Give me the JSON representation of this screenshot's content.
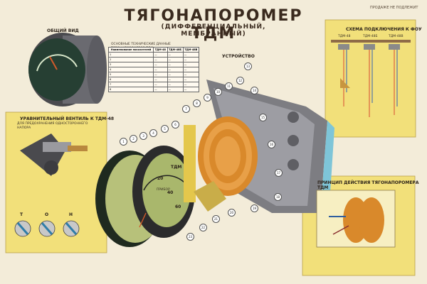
{
  "poster": {
    "title": "ТЯГОНАПОРОМЕР ТДМ",
    "subtitle": "(ДИФФЕРЕНЦИАЛЬНЫЙ, МЕМБРАННЫЙ)",
    "corner_note": "ПРОДАЖЕ НЕ ПОДЛЕЖИТ"
  },
  "sections": {
    "general_view": "ОБЩИЙ ВИД",
    "device": "УСТРОЙСТВО",
    "connection_scheme": "СХЕМА ПОДКЛЮЧЕНИЯ К ФОУ",
    "valve_title": "УРАВНИТЕЛЬНЫЙ ВЕНТИЛЬ К ТДМ-48",
    "valve_subtitle": "ДЛЯ ПРЕДОХРАНЕНИЯ ОДНОСТОРОННЕГО НАПОРА",
    "principle": "ПРИНЦИП ДЕЙСТВИЯ ТЯГОНАПОРОМЕРА ТДМ",
    "spec_title": "ОСНОВНЫЕ ТЕХНИЧЕСКИЕ ДАННЫЕ ТЯГОНАПОРОМЕРОВ ТДМ"
  },
  "scheme_labels": [
    "ТДМ-48",
    "ТДМ-48Б",
    "ТДМ-48В"
  ],
  "valve_positions": [
    "Т",
    "О",
    "Н"
  ],
  "dial": {
    "brand": "ТДМ",
    "unit": "ПРИБОР",
    "scale": [
      "20",
      "40",
      "60"
    ]
  },
  "spec_table": {
    "headers": [
      "Наименование показателей",
      "ТДМ-48",
      "ТДМ-48Б",
      "ТДМ-48В"
    ],
    "rows": [
      [
        "1",
        "—",
        "—",
        "—"
      ],
      [
        "2",
        "—",
        "—",
        "—"
      ],
      [
        "3",
        "—",
        "—",
        "—"
      ],
      [
        "4",
        "—",
        "—",
        "—"
      ],
      [
        "5",
        "—",
        "—",
        "—"
      ],
      [
        "6",
        "—",
        "—",
        "—"
      ],
      [
        "7",
        "—",
        "—",
        "—"
      ],
      [
        "8",
        "—",
        "—",
        "—"
      ]
    ]
  },
  "part_numbers": [
    "1",
    "2",
    "3",
    "4",
    "5",
    "6",
    "7",
    "8",
    "9",
    "10",
    "11",
    "12",
    "13",
    "14",
    "15",
    "16",
    "17",
    "18",
    "19",
    "20",
    "21",
    "22",
    "23"
  ],
  "colors": {
    "background": "#f3ecd9",
    "panel_yellow": "#f2e07a",
    "copper": "#d9892b",
    "housing_grey": "#7d7d82",
    "dial_green": "#a7b66d",
    "blueprint_blue": "#7ec5d8"
  }
}
